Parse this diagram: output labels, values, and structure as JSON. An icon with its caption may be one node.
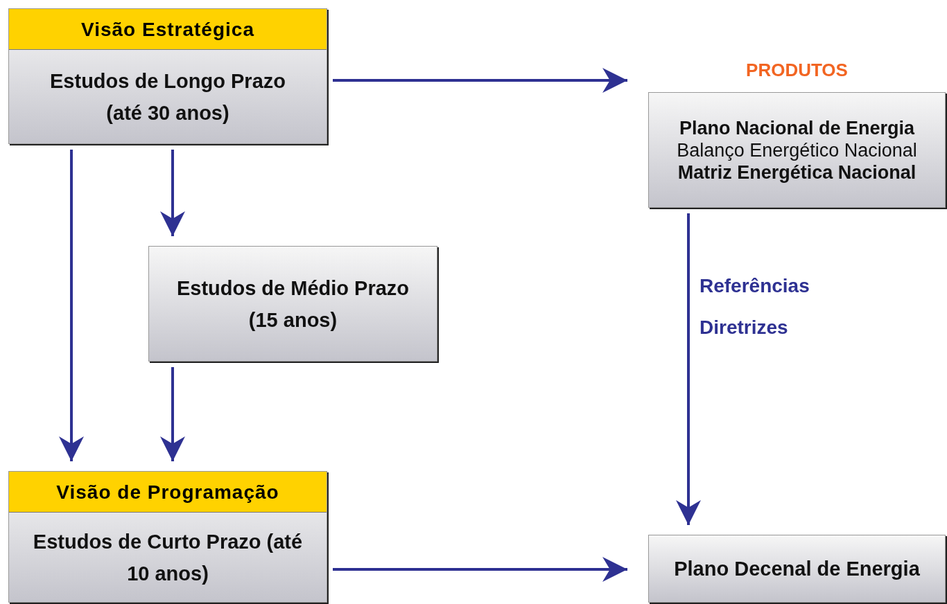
{
  "diagram": {
    "nodes": [
      {
        "text": [
          "Visão Estratégica",
          "Estudos de Longo Prazo (até 30 anos)"
        ]
      },
      {
        "text": [
          "Estudos de Médio Prazo (15 anos)"
        ]
      },
      {
        "text": [
          "Visão de Programação",
          "Estudos de Curto Prazo (até 10 anos)"
        ]
      },
      {
        "text": [
          "PRODUTOS",
          "Plano Nacional de Energia",
          "Balanço Energético Nacional",
          "Matriz Energética Nacional"
        ]
      },
      {
        "text": [
          "Plano Decenal de Energia"
        ]
      }
    ],
    "edges": [
      {
        "from": 0,
        "to": 3,
        "arrow": "to"
      },
      {
        "from": 0,
        "to": 1,
        "arrow": "to"
      },
      {
        "from": 0,
        "to": 2,
        "arrow": "to"
      },
      {
        "from": 1,
        "to": 2,
        "arrow": "to"
      },
      {
        "from": 3,
        "to": 4,
        "arrow": "to",
        "label": "Referências Diretrizes"
      },
      {
        "from": 2,
        "to": 4,
        "arrow": "to"
      }
    ]
  }
}
